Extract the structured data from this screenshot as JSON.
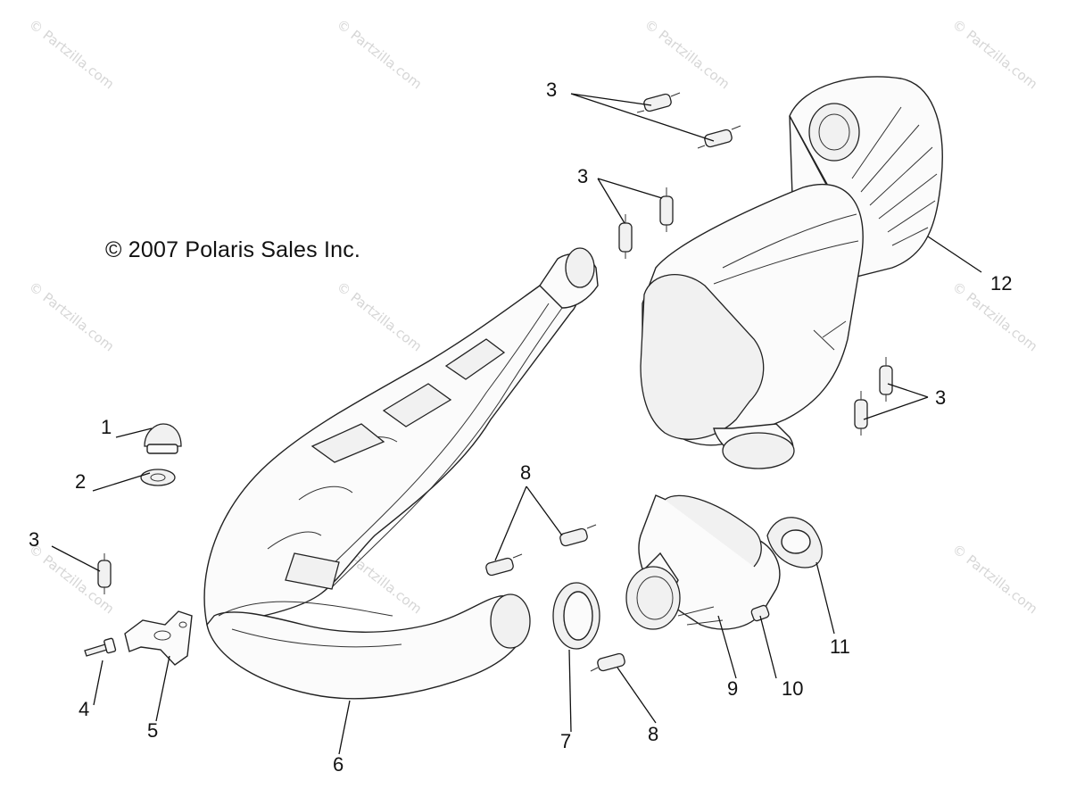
{
  "copyright": "© 2007 Polaris Sales Inc.",
  "watermark": "© Partzilla.com",
  "callouts": {
    "c1": "1",
    "c2": "2",
    "c3a": "3",
    "c3b": "3",
    "c3c": "3",
    "c3d": "3",
    "c4": "4",
    "c5": "5",
    "c6": "6",
    "c7": "7",
    "c8a": "8",
    "c8b": "8",
    "c9": "9",
    "c10": "10",
    "c11": "11",
    "c12": "12"
  }
}
